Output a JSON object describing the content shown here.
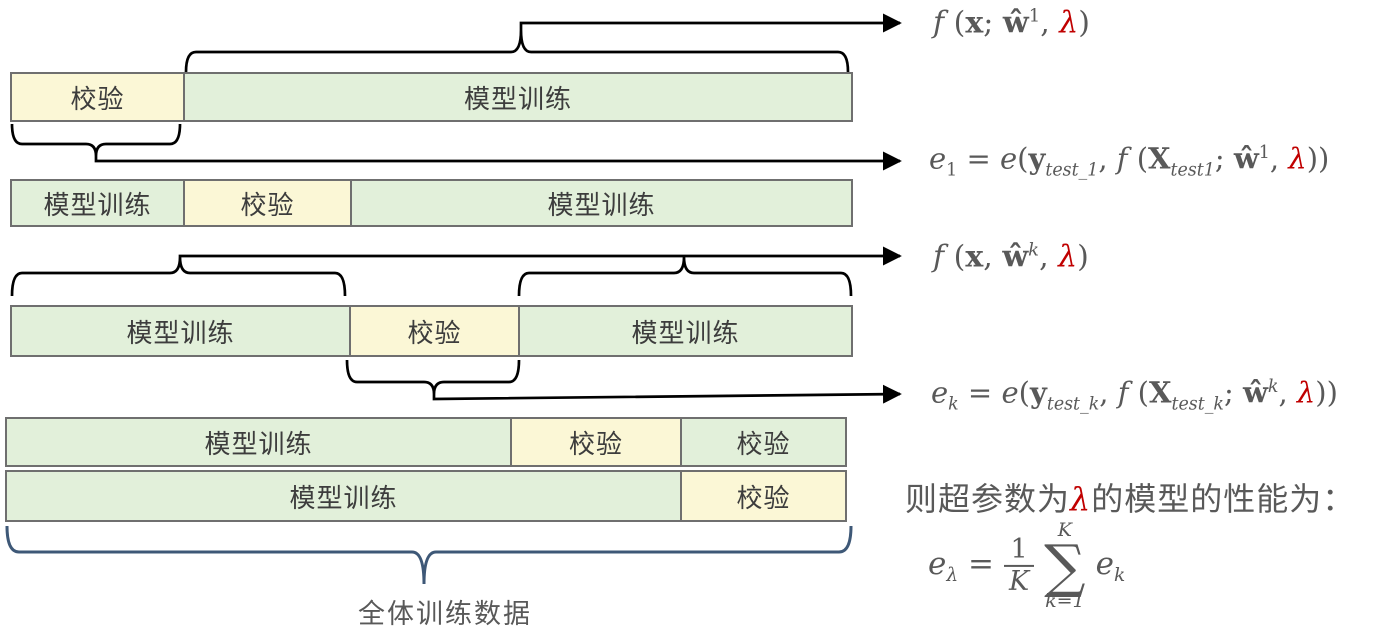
{
  "colors": {
    "validation_fill": "#fbf7d6",
    "training_fill": "#e2f0da",
    "cell_border": "#6f6f6f",
    "cell_text": "#3d3d3d",
    "formula_text": "#595959",
    "lambda_red": "#c00000",
    "brace_black": "#000000",
    "brace_blue": "#3e5877"
  },
  "rows": [
    {
      "cells": [
        {
          "label": "校验",
          "type": "validation"
        },
        {
          "label": "模型训练",
          "type": "training"
        }
      ]
    },
    {
      "cells": [
        {
          "label": "模型训练",
          "type": "training"
        },
        {
          "label": "校验",
          "type": "validation"
        },
        {
          "label": "模型训练",
          "type": "training"
        }
      ]
    },
    {
      "cells": [
        {
          "label": "模型训练",
          "type": "training"
        },
        {
          "label": "校验",
          "type": "validation"
        },
        {
          "label": "模型训练",
          "type": "training"
        }
      ]
    },
    {
      "cells": [
        {
          "label": "模型训练",
          "type": "training"
        },
        {
          "label": "校验",
          "type": "validation"
        },
        {
          "label": "校验",
          "type": "validation-on-green"
        }
      ]
    },
    {
      "cells": [
        {
          "label": "模型训练",
          "type": "training"
        },
        {
          "label": "校验",
          "type": "validation"
        }
      ]
    }
  ],
  "bottom_brace_label": "全体训练数据",
  "formulas": {
    "f1": [
      {
        "t": "f ",
        "cls": "it"
      },
      {
        "t": "("
      },
      {
        "t": "x",
        "cls": "bf"
      },
      {
        "t": "; "
      },
      {
        "t": "ŵ",
        "cls": "bf"
      },
      {
        "t": "1",
        "sup": true
      },
      {
        "t": ", "
      },
      {
        "t": "λ",
        "cls": "lam"
      },
      {
        "t": ")"
      }
    ],
    "e1": [
      {
        "t": "e",
        "cls": "it"
      },
      {
        "t": "1",
        "sub": true
      },
      {
        "t": " = "
      },
      {
        "t": "e",
        "cls": "it"
      },
      {
        "t": "("
      },
      {
        "t": "y",
        "cls": "bf"
      },
      {
        "t": "test_1",
        "sub": true,
        "cls": "it"
      },
      {
        "t": ", "
      },
      {
        "t": "f ",
        "cls": "it"
      },
      {
        "t": "("
      },
      {
        "t": "X",
        "cls": "bf"
      },
      {
        "t": "test1",
        "sub": true,
        "cls": "it"
      },
      {
        "t": "; "
      },
      {
        "t": "ŵ",
        "cls": "bf"
      },
      {
        "t": "1",
        "sup": true
      },
      {
        "t": ", "
      },
      {
        "t": "λ",
        "cls": "lam"
      },
      {
        "t": "))"
      }
    ],
    "fk": [
      {
        "t": "f ",
        "cls": "it"
      },
      {
        "t": "("
      },
      {
        "t": "x",
        "cls": "bf"
      },
      {
        "t": ", "
      },
      {
        "t": "ŵ",
        "cls": "bf"
      },
      {
        "t": "k",
        "sup": true,
        "cls": "it"
      },
      {
        "t": ", "
      },
      {
        "t": "λ",
        "cls": "lam"
      },
      {
        "t": ")"
      }
    ],
    "ek": [
      {
        "t": "e",
        "cls": "it"
      },
      {
        "t": "k",
        "sub": true,
        "cls": "it"
      },
      {
        "t": " = "
      },
      {
        "t": "e",
        "cls": "it"
      },
      {
        "t": "("
      },
      {
        "t": "y",
        "cls": "bf"
      },
      {
        "t": "test_k",
        "sub": true,
        "cls": "it"
      },
      {
        "t": ", "
      },
      {
        "t": "f ",
        "cls": "it"
      },
      {
        "t": "("
      },
      {
        "t": "X",
        "cls": "bf"
      },
      {
        "t": "test_k",
        "sub": true,
        "cls": "it"
      },
      {
        "t": "; "
      },
      {
        "t": "ŵ",
        "cls": "bf"
      },
      {
        "t": "k",
        "sup": true,
        "cls": "it"
      },
      {
        "t": ", "
      },
      {
        "t": "λ",
        "cls": "lam"
      },
      {
        "t": "))"
      }
    ],
    "caption": [
      {
        "t": "则超参数为"
      },
      {
        "t": "λ",
        "cls": "lam serif"
      },
      {
        "t": "的模型的性能为："
      }
    ],
    "sum_lhs": [
      {
        "t": "e",
        "cls": "it"
      },
      {
        "t": "λ",
        "sub": true,
        "cls": "it"
      },
      {
        "t": " = "
      }
    ],
    "sum_frac_num": "1",
    "sum_frac_den": "K",
    "sum_top": "K",
    "sum_sym": "∑",
    "sum_bottom": "k=1",
    "sum_rhs": [
      {
        "t": "e",
        "cls": "it"
      },
      {
        "t": "k",
        "sub": true,
        "cls": "it"
      }
    ]
  }
}
